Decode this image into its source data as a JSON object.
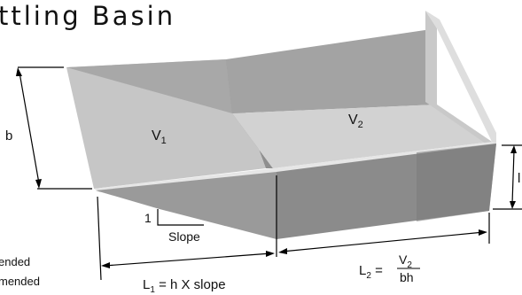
{
  "title_fragment": "ttling Basin",
  "labels": {
    "b": "b",
    "v1": "V",
    "v1_sub": "1",
    "v2": "V",
    "v2_sub": "2",
    "slope_rise": "1",
    "slope": "Slope",
    "l1_prefix": "L",
    "l1_sub": "1",
    "l1_rest": " = h X slope",
    "l2_prefix": "L",
    "l2_sub": "2",
    "l2_eq": " =",
    "l2_num_main": "V",
    "l2_num_sub": "2",
    "l2_den": "bh",
    "cut_line_1": "ended",
    "cut_line_2": "mended",
    "h": "l"
  },
  "colors": {
    "face_light": "#c7c7c7",
    "face_lighter": "#d3d3d3",
    "face_mid": "#a9a9a9",
    "face_dark": "#8c8c8c",
    "outline": "#000000"
  }
}
